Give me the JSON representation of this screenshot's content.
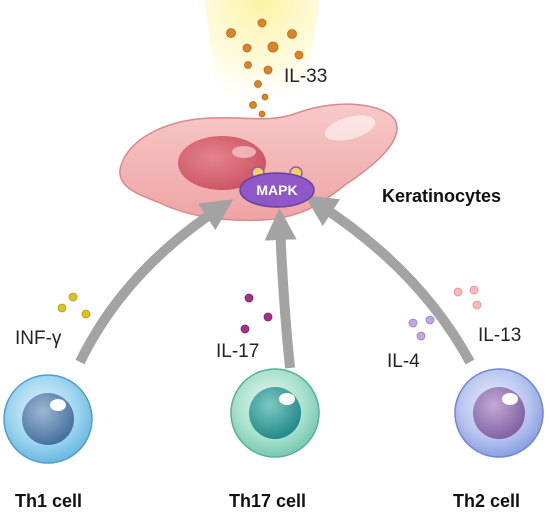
{
  "keratinocytes_label": "Keratinocytes",
  "mapk_label": "MAPK",
  "il33_label": "IL-33",
  "cells": {
    "th1": {
      "label": "Th1 cell",
      "cytokine": "INF-γ"
    },
    "th17": {
      "label": "Th17 cell",
      "cytokine": "IL-17"
    },
    "th2": {
      "label": "Th2 cell",
      "cytokine_a": "IL-4",
      "cytokine_b": "IL-13"
    }
  },
  "colors": {
    "arrow": "#a3a3a3",
    "keratinocyte": "#f2b3b3",
    "nucleus": "#d66470",
    "mapk": "#8e59c6",
    "il33_dot": "#d88428",
    "inf_dot": "#d9c321",
    "il17_dot": "#a0328a",
    "il4_dot": "#b89ad6",
    "il13_dot": "#f4a6a6"
  }
}
